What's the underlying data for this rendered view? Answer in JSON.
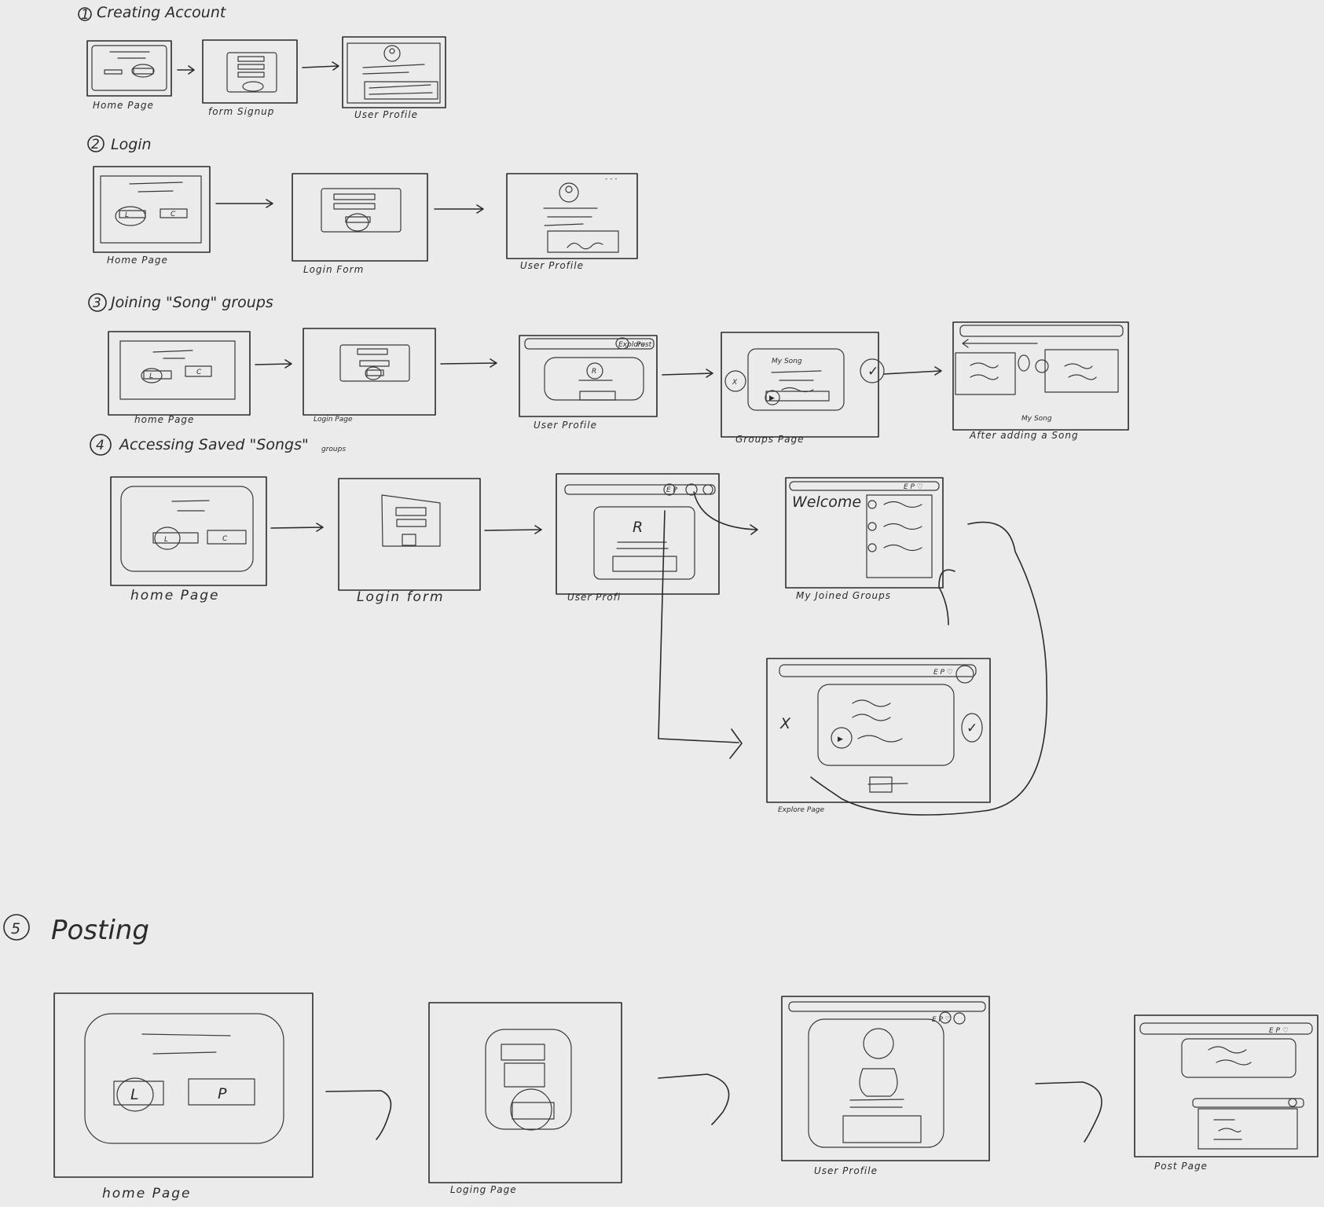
{
  "sections": [
    {
      "number": "1",
      "title": "Creating Account",
      "screens": [
        "Home Page",
        "form Signup",
        "User Profile"
      ]
    },
    {
      "number": "2",
      "title": "Login",
      "screens": [
        "Home Page",
        "Login Form",
        "User Profile"
      ]
    },
    {
      "number": "3",
      "title": "Joining \"Song\" groups",
      "screens": [
        "home Page",
        "Login Page",
        "User Profile",
        "Groups Page",
        "After adding a Song"
      ]
    },
    {
      "number": "4",
      "title": "Accessing Saved \"Songs\"",
      "title_suffix": "groups",
      "screens": [
        "home Page",
        "Login form",
        "User Profi",
        "My Joined Groups",
        "Explore Page"
      ]
    },
    {
      "number": "5",
      "title": "Posting",
      "screens": [
        "home Page",
        "Loging Page",
        "User Profile",
        "Post Page"
      ]
    }
  ],
  "sketch_text": {
    "btn_l": "L",
    "btn_c": "C",
    "btn_p": "P",
    "avatar_r": "R",
    "my_song_card": "My Song",
    "my_song_header": "My Song",
    "welcome": "Welcome",
    "cancel_x": "X",
    "check": "✓",
    "play": "▶",
    "dots": "- - -",
    "nav_ep": "E P",
    "nav_epo": "E P ♡",
    "menu_explore": "Explore",
    "menu_post": "Post"
  }
}
